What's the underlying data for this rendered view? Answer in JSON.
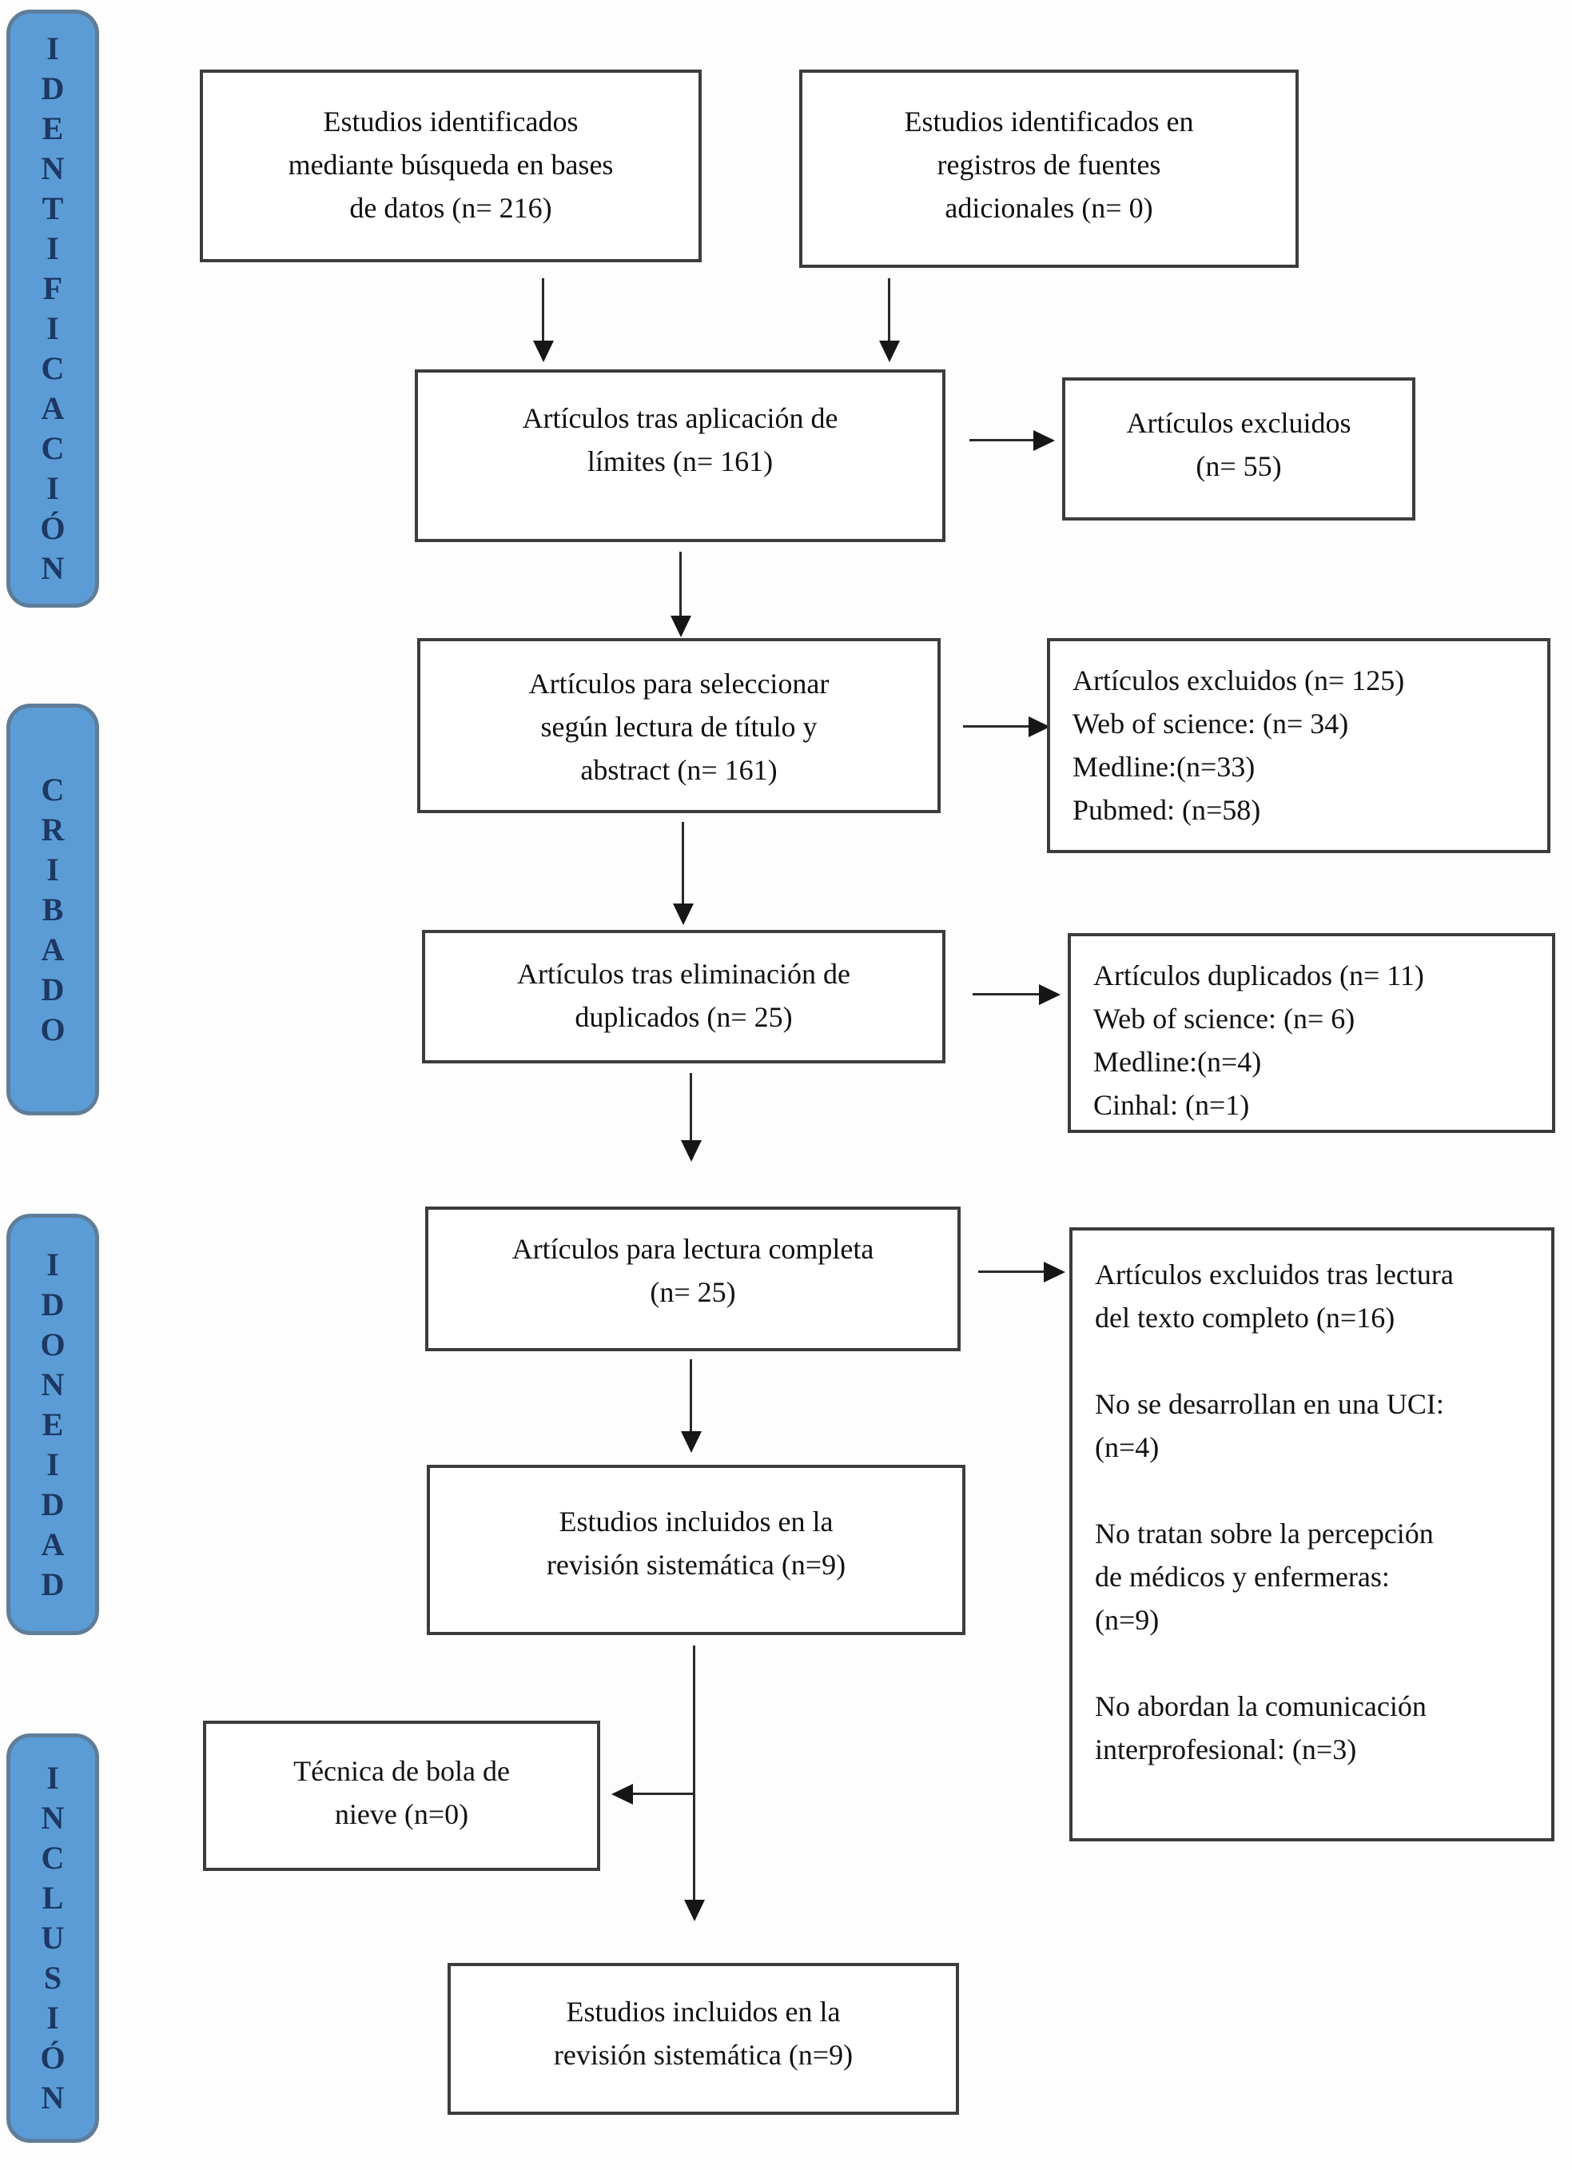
{
  "palette": {
    "sidebar_fill": "#5b9cd6",
    "sidebar_border": "#5f7d99",
    "sidebar_text": "#1c3863",
    "box_border": "#3c3c3c",
    "box_text": "#111111",
    "arrow": "#161616",
    "background": "#fdfdfd"
  },
  "sidebar": {
    "stages": [
      {
        "label": "IDENTIFICACIÓN"
      },
      {
        "label": "CRIBADO"
      },
      {
        "label": "IDONEIDAD"
      },
      {
        "label": "INCLUSIÓN"
      }
    ]
  },
  "flow": {
    "db_search": "Estudios identificados\nmediante búsqueda en bases\nde datos (n= 216)",
    "other_sources": "Estudios identificados en\nregistros de fuentes\nadicionales (n= 0)",
    "after_limits": "Artículos tras aplicación de\nlímites (n= 161)",
    "excluded_limits": "Artículos excluidos\n(n= 55)",
    "title_abstract_screen": "Artículos para seleccionar\nsegún lectura de título y\nabstract (n= 161)",
    "excluded_screening": "Artículos excluidos (n= 125)\nWeb of science: (n= 34)\nMedline:(n=33)\nPubmed: (n=58)",
    "after_duplicates": "Artículos tras eliminación de\nduplicados (n= 25)",
    "duplicates": "Artículos duplicados (n= 11)\nWeb of science: (n= 6)\nMedline:(n=4)\nCinhal: (n=1)",
    "full_text": "Artículos para lectura completa\n(n= 25)",
    "excluded_full_text": "Artículos excluidos tras lectura\ndel texto completo (n=16)\n\nNo se desarrollan en una UCI:\n(n=4)\n\nNo tratan sobre la percepción\nde médicos y enfermeras:\n(n=9)\n\nNo abordan la comunicación\ninterprofesional: (n=3)",
    "included_review": "Estudios incluidos en la\nrevisión sistemática (n=9)",
    "snowball": "Técnica de bola de\nnieve (n=0)",
    "included_final": "Estudios incluidos en la\nrevisión sistemática (n=9)"
  }
}
